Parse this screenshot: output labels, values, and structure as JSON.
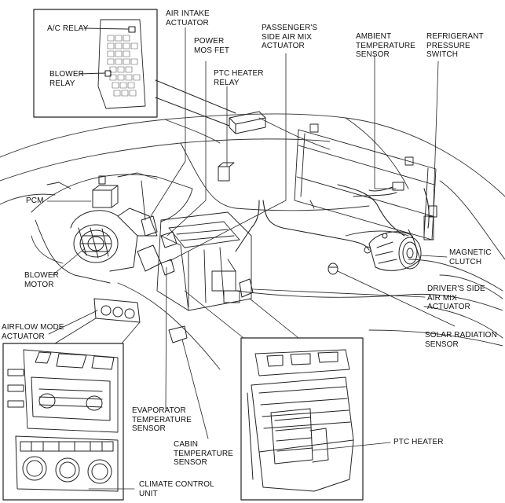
{
  "labels": {
    "ac_relay": "A/C RELAY",
    "blower_relay": "BLOWER\nRELAY",
    "air_intake_actuator": "AIR INTAKE\nACTUATOR",
    "power_mos_fet": "POWER\nMOS FET",
    "ptc_heater_relay": "PTC HEATER\nRELAY",
    "passenger_air_mix": "PASSENGER'S\nSIDE AIR MIX\nACTUATOR",
    "ambient_temp_sensor": "AMBIENT\nTEMPERATURE\nSENSOR",
    "refrigerant_switch": "REFRIGERANT\nPRESSURE\nSWITCH",
    "pcm": "PCM",
    "magnetic_clutch": "MAGNETIC\nCLUTCH",
    "blower_motor": "BLOWER\nMOTOR",
    "driver_air_mix": "DRIVER'S SIDE\nAIR MIX\nACTUATOR",
    "airflow_mode_actuator": "AIRFLOW MODE\nACTUATOR",
    "solar_radiation_sensor": "SOLAR RADIATION\nSENSOR",
    "evaporator_temp_sensor": "EVAPORATOR\nTEMPERATURE\nSENSOR",
    "ptc_heater": "PTC HEATER",
    "cabin_temp_sensor": "CABIN\nTEMPERATURE\nSENSOR",
    "climate_control_unit": "CLIMATE CONTROL\nUNIT"
  }
}
